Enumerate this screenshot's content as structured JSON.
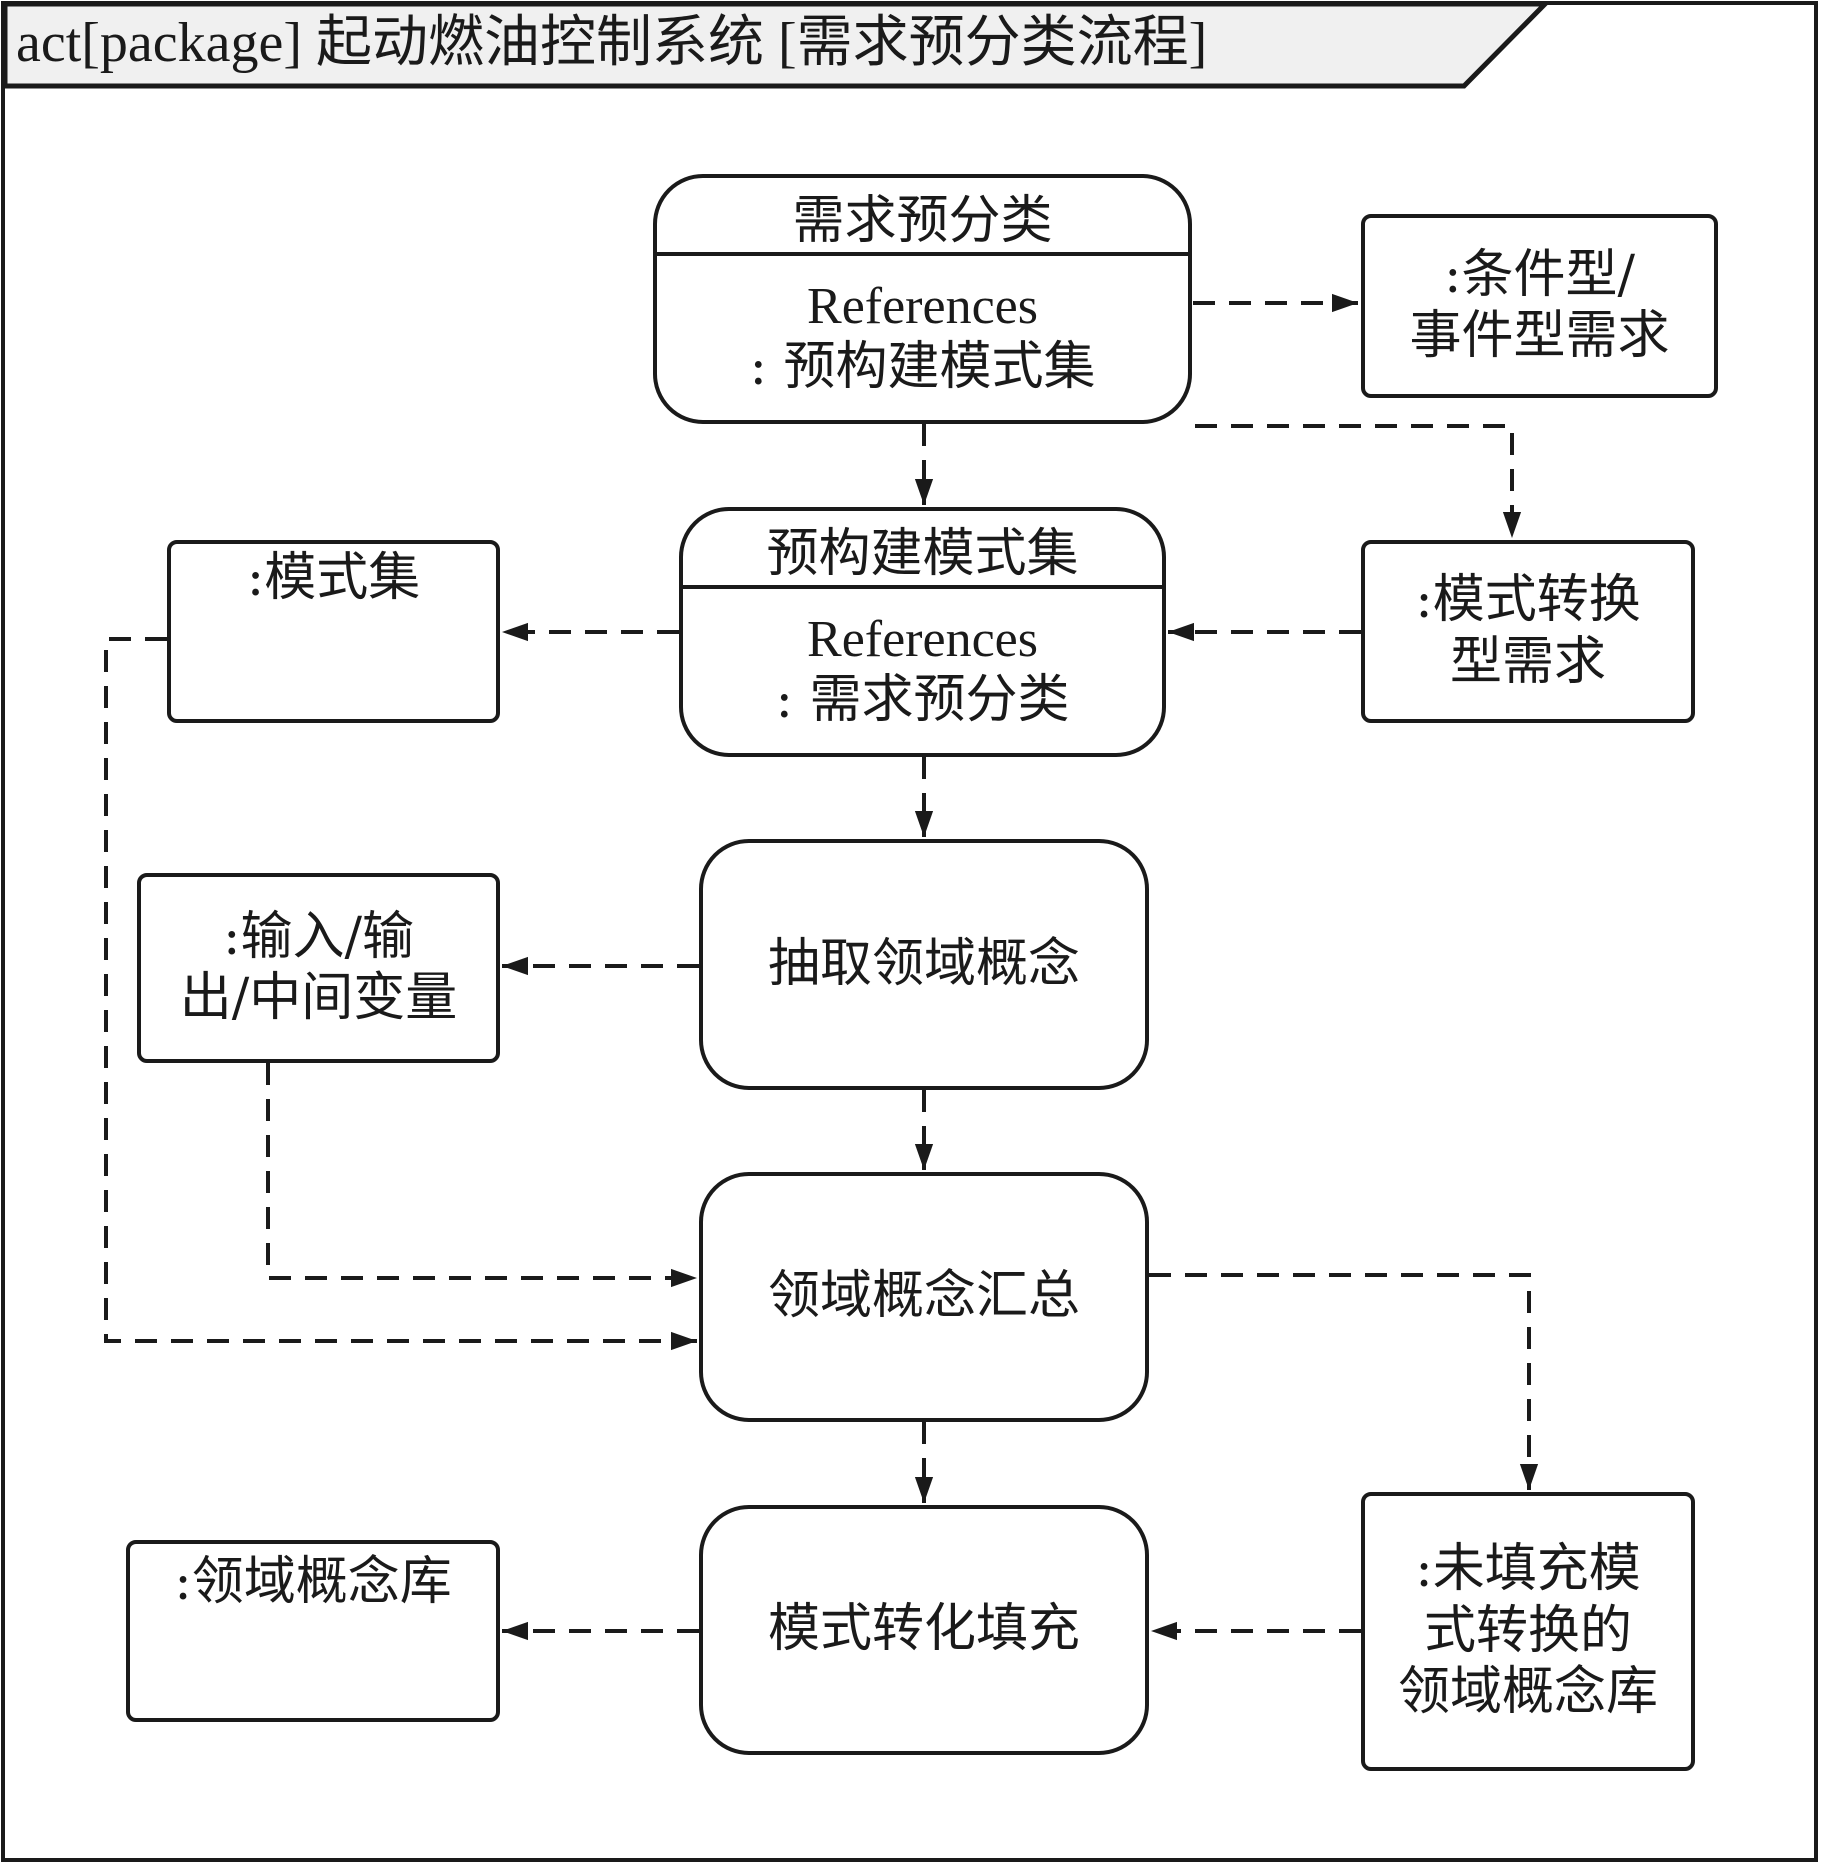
{
  "frame": {
    "title": "act[package] 起动燃油控制系统 [需求预分类流程]"
  },
  "actions": {
    "requirement_preclassification": {
      "name": "需求预分类",
      "ref_keyword": "References",
      "ref_target": ": 预构建模式集"
    },
    "prebuilt_pattern_set": {
      "name": "预构建模式集",
      "ref_keyword": "References",
      "ref_target": ": 需求预分类"
    },
    "extract_domain_concepts": {
      "name": "抽取领域概念"
    },
    "domain_concept_summary": {
      "name": "领域概念汇总"
    },
    "pattern_transform_fill": {
      "name": "模式转化填充"
    }
  },
  "objects": {
    "conditional_event_req": {
      "lines": [
        ":条件型/",
        "事件型需求"
      ]
    },
    "pattern_set": {
      "lines": [
        ":模式集"
      ]
    },
    "mode_transform_req": {
      "lines": [
        ":模式转换",
        "型需求"
      ]
    },
    "io_variables": {
      "lines": [
        ":输入/输",
        "出/中间变量"
      ]
    },
    "domain_concept_lib": {
      "lines": [
        ":领域概念库"
      ]
    },
    "unfilled_concept_lib": {
      "lines": [
        ":未填充模",
        "式转换的",
        "领域概念库"
      ]
    }
  },
  "style": {
    "stroke": "#1a1a1a",
    "tab_fill": "#f0f0f0",
    "background": "#ffffff"
  }
}
